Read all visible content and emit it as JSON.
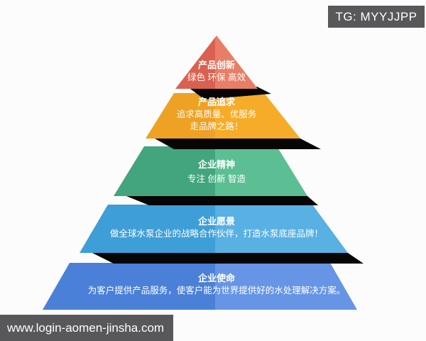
{
  "background": "#fcfcfc",
  "badges": {
    "tg": {
      "label": "TG: MYYJJPP",
      "bg": "#58585a",
      "fg": "#ffffff"
    },
    "url": {
      "label": "www.login-aomen-jinsha.com",
      "bg": "#58585a",
      "fg": "#ffffff"
    }
  },
  "pyramid": {
    "shadow_color": "#060606",
    "layers": [
      {
        "title": "产品创新",
        "lines": [
          "绿色 环保 高效"
        ],
        "color_left": "#da6150",
        "color_right": "#e97e66"
      },
      {
        "title": "产品追求",
        "lines": [
          "追求高质量、优服务",
          "走品牌之路！"
        ],
        "color_left": "#eea122",
        "color_right": "#f6ac28"
      },
      {
        "title": "企业精神",
        "lines": [
          "专注 创新 智造"
        ],
        "color_left": "#43a57d",
        "color_right": "#5cbf94"
      },
      {
        "title": "企业愿景",
        "lines": [
          "做全球水泵企业的战略合作伙伴，打造水泵底座品牌！"
        ],
        "color_left": "#3e9ed7",
        "color_right": "#58b0e3"
      },
      {
        "title": "企业使命",
        "lines": [
          "为客户提供产品服务，使客户能为世界提供好的水处理解决方案。"
        ],
        "color_left": "#4a80d8",
        "color_right": "#6695e5"
      }
    ]
  }
}
